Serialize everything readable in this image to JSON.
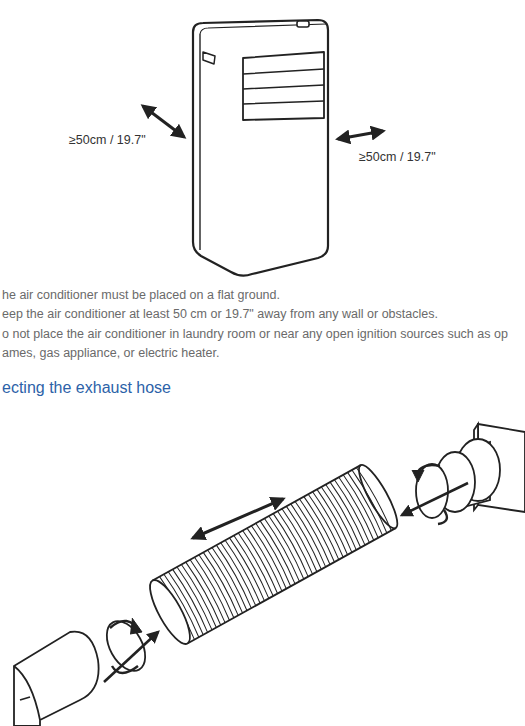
{
  "diagram": {
    "title": "ecting the exhaust hose",
    "labels": [
      "≥50cm / 19.7\"",
      "≥50cm / 19.7\"",
      "he air conditioner must be placed on a flat ground.",
      "eep the air conditioner at least 50 cm or 19.7\" away from any wall or obstacles.",
      "o not place the air conditioner in laundry room or near any open ignition sources such as op",
      "ames, gas appliance, or electric heater."
    ]
  }
}
